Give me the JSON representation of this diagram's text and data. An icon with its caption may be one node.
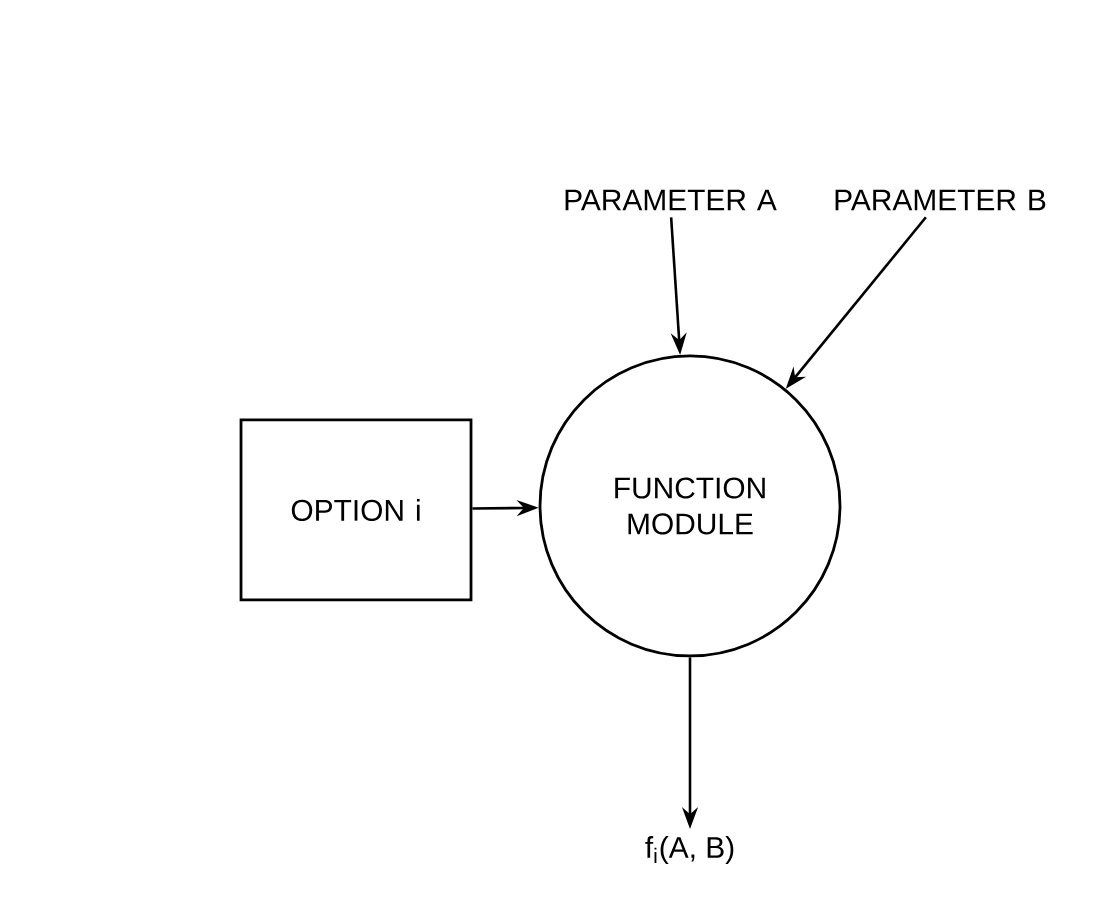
{
  "diagram": {
    "nodes": [
      {
        "text": [
          "PARAMETER A"
        ]
      },
      {
        "text": [
          "PARAMETER B"
        ]
      },
      {
        "text": [
          "OPTION i"
        ]
      },
      {
        "text": [
          "FUNCTION MODULE"
        ]
      },
      {
        "text": [
          "f$_{i}$(A, B)"
        ]
      }
    ],
    "edges": [
      {
        "from": 0,
        "to": 3,
        "arrow": "to"
      },
      {
        "from": 1,
        "to": 3,
        "arrow": "to"
      },
      {
        "from": 2,
        "to": 3,
        "arrow": "to"
      },
      {
        "from": 3,
        "to": 4,
        "arrow": "to"
      }
    ]
  }
}
